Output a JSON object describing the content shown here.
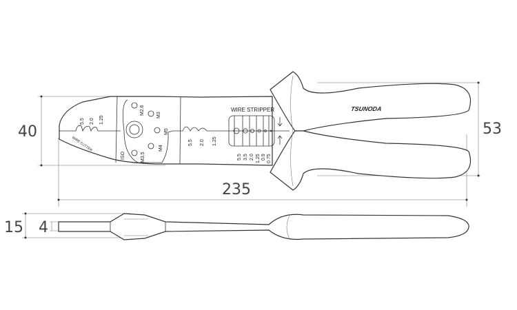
{
  "dimensions": {
    "jaw_height": "40",
    "handle_height": "53",
    "overall_length": "235",
    "side_thickness": "15",
    "side_jaw_thickness": "4"
  },
  "labels": {
    "wire_stripper": "WIRE STRIPPER",
    "wire_cutter": "WIRE CUTTER",
    "brand": "TSUNODA",
    "nose_crimp": [
      "5.5",
      "2.0",
      "1.25"
    ],
    "bolt_cutter": [
      "M2.6",
      "M3",
      "M5",
      "M4",
      "M3.5"
    ],
    "iso": "ISO",
    "mid_crimp": [
      "5.5",
      "2.0",
      "1.25"
    ],
    "stripper_sizes": [
      "5.5",
      "3.5",
      "2.0",
      "1.25",
      "0.9",
      "0.75"
    ]
  }
}
